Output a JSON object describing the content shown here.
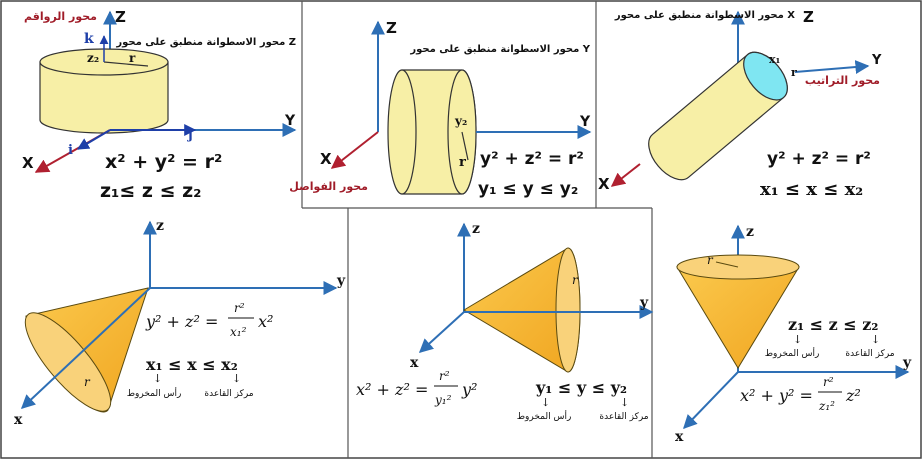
{
  "colors": {
    "axis_blue": "#2e6fb5",
    "axis_red": "#b02030",
    "cylinder_fill": "#f7efa6",
    "cylinder_stroke": "#333333",
    "cone_fill": "#f7b431",
    "cone_dark": "#e9a21c",
    "cyan_face": "#7fe6f2",
    "label_red": "#a01c28",
    "unit_blue": "#1e3fa8"
  },
  "panel1": {
    "axis_z": "Z",
    "axis_y": "Y",
    "axis_x": "X",
    "top_label": "محور الرواقم",
    "caption": "محور الاسطوانة منطبق على محور Z",
    "unit_k": "k",
    "unit_j": "j",
    "unit_i": "i",
    "center_label": "z₂",
    "radius_label": "r",
    "eq1": "x² + y² = r²",
    "eq2": "z₁≤ z ≤ z₂"
  },
  "panel2": {
    "axis_z": "Z",
    "axis_y": "Y",
    "axis_x": "X",
    "caption": "محور الاسطوانة منطبق على محور Y",
    "bottom_label": "محور الفواصل",
    "center_label": "y₂",
    "radius_label": "r",
    "eq1": "y² + z² = r²",
    "eq2": "y₁ ≤ y ≤ y₂"
  },
  "panel3": {
    "axis_z": "Z",
    "axis_y": "Y",
    "axis_x": "X",
    "caption": "محور الاسطوانة منطبق على محور X",
    "side_label": "محور التراتيب",
    "center_label": "x₁",
    "radius_label": "r",
    "eq1": "y² + z² = r²",
    "eq2": "x₁ ≤ x ≤ x₂"
  },
  "panel4": {
    "axis_z": "z",
    "axis_y": "y",
    "axis_x": "x",
    "radius_label": "r",
    "eq_lhs": "y² + z² =",
    "eq_num": "r²",
    "eq_den": "x₁²",
    "eq_var": "x²",
    "ineq": "x₁ ≤ x ≤ x₂",
    "note_left": "رأس المخروط",
    "note_right": "مركز القاعدة"
  },
  "panel5": {
    "axis_z": "z",
    "axis_y": "y",
    "axis_x": "x",
    "radius_label": "r",
    "eq_lhs": "x² + z² =",
    "eq_num": "r²",
    "eq_den": "y₁²",
    "eq_var": "y²",
    "ineq": "y₁ ≤ y ≤ y₂",
    "note_left": "رأس المخروط",
    "note_right": "مركز القاعدة"
  },
  "panel6": {
    "axis_z": "z",
    "axis_y": "y",
    "axis_x": "x",
    "radius_label": "r",
    "ineq": "z₁ ≤ z ≤ z₂",
    "note_left": "رأس المخروط",
    "note_right": "مركز القاعدة",
    "eq_lhs": "x² + y² =",
    "eq_num": "r²",
    "eq_den": "z₁²",
    "eq_var": "z²"
  }
}
